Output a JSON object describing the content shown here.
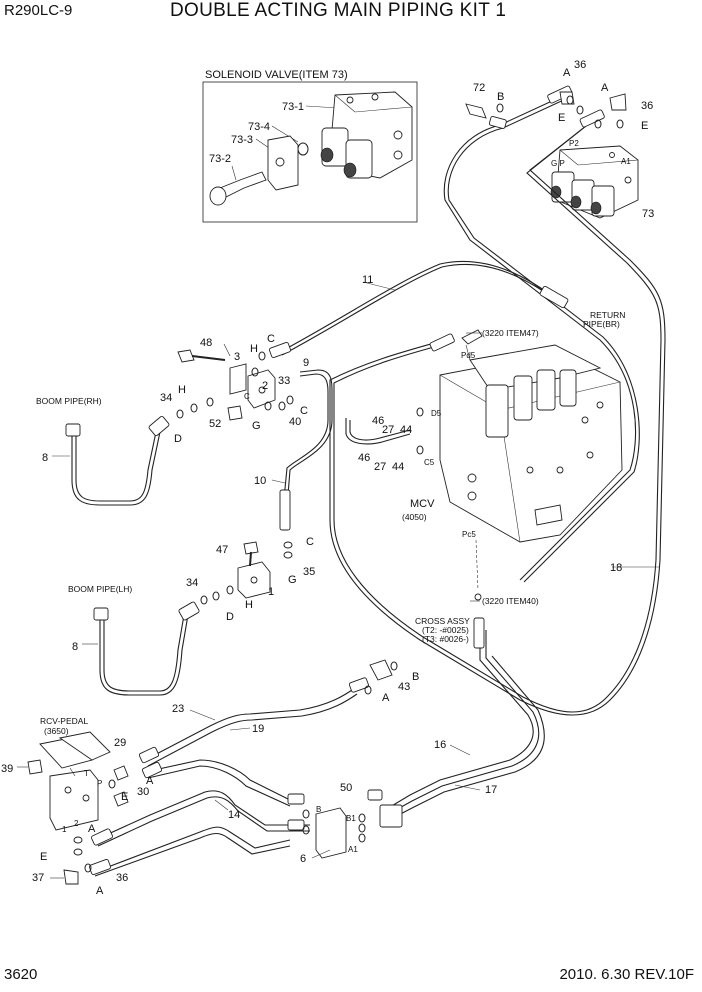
{
  "header": {
    "model": "R290LC-9",
    "title": "DOUBLE ACTING MAIN PIPING KIT 1"
  },
  "footer": {
    "page_number": "3620",
    "date_revision": "2010. 6.30  REV.10F"
  },
  "inset": {
    "title": "SOLENOID VALVE(ITEM 73)",
    "labels": [
      "73-1",
      "73-4",
      "73-3",
      "73-2"
    ]
  },
  "notes": {
    "boom_pipe_rh": "BOOM PIPE(RH)",
    "boom_pipe_lh": "BOOM PIPE(LH)",
    "return_pipe_1": "RETURN",
    "return_pipe_2": "PIPE(BR)",
    "item47": "(3220 ITEM47)",
    "item40": "(3220 ITEM40)",
    "mcv_1": "MCV",
    "mcv_2": "(4050)",
    "cross_assy_1": "CROSS ASSY",
    "cross_assy_2": "(T2: -#0025)",
    "cross_assy_3": "(T3: #0026-)",
    "rcv_pedal_1": "RCV-PEDAL",
    "rcv_pedal_2": "(3650)"
  },
  "port_marks": {
    "pd5": "Pd5",
    "pc5": "Pc5",
    "d5": "D5",
    "c5": "C5",
    "p2": "P2",
    "gp": "G P",
    "a1": "A1",
    "b1": "B1",
    "a1_lower": "A1",
    "b_small": "B",
    "c_small": "C",
    "p_small": "P",
    "t_small": "T",
    "n1": "1",
    "n2": "2"
  },
  "callouts": {
    "c72": "72",
    "cB1": "B",
    "cA1": "A",
    "c36a": "36",
    "cE1": "E",
    "cA2": "A",
    "c36b": "36",
    "cE2": "E",
    "c73": "73",
    "c11": "11",
    "c9": "9",
    "c48": "48",
    "c3": "3",
    "cH1": "H",
    "cC1": "C",
    "c2": "2",
    "c33": "33",
    "c34a": "34",
    "cH2": "H",
    "c52": "52",
    "cD1": "D",
    "cG1": "G",
    "c40": "40",
    "cC2": "C",
    "c46a": "46",
    "c27a": "27",
    "c44a": "44",
    "c46b": "46",
    "c27b": "27",
    "c44b": "44",
    "c8a": "8",
    "c10": "10",
    "cC3": "C",
    "c47": "47",
    "cG2": "G",
    "c35": "35",
    "c1": "1",
    "c34b": "34",
    "cH3": "H",
    "cD2": "D",
    "c8b": "8",
    "c18": "18",
    "c23": "23",
    "c19": "19",
    "cB2": "B",
    "c43": "43",
    "cA3": "A",
    "c39": "39",
    "c29": "29",
    "cE3": "E",
    "c30": "30",
    "cA4": "A",
    "c16": "16",
    "c17": "17",
    "c14": "14",
    "c50": "50",
    "c6": "6",
    "cE4": "E",
    "cA5": "A",
    "c37": "37",
    "c36c": "36",
    "cA6": "A"
  }
}
